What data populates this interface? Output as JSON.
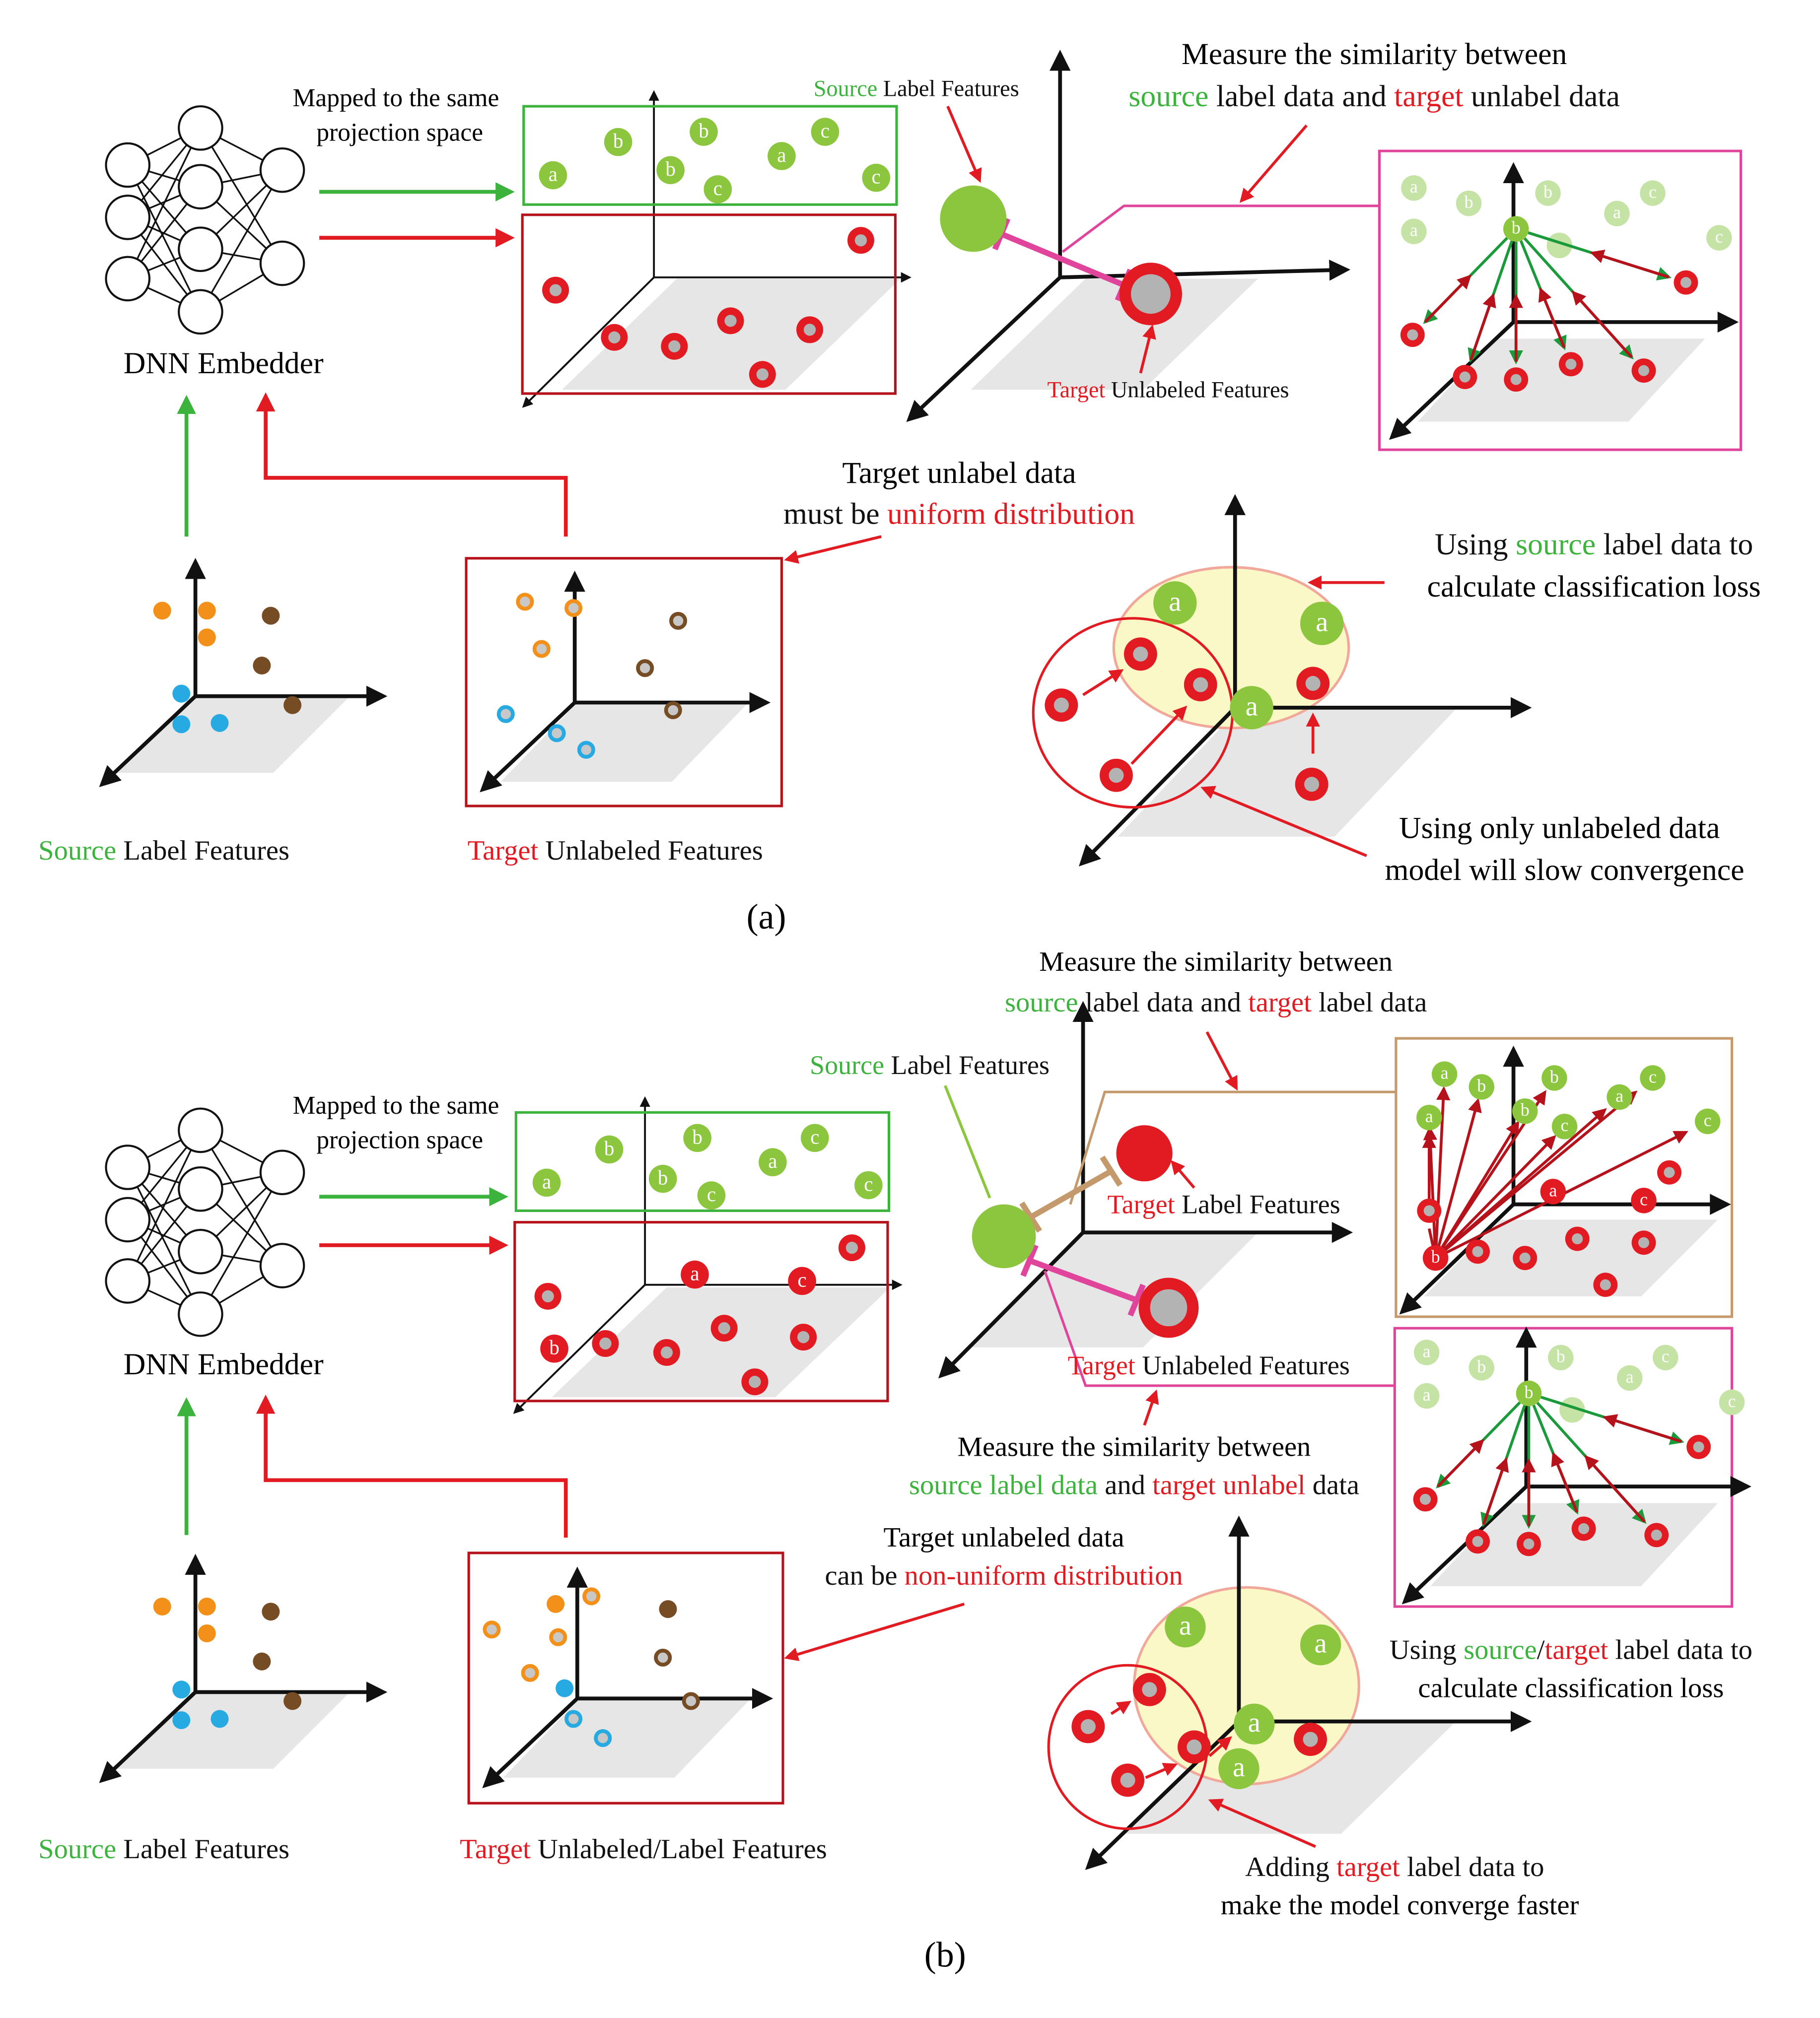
{
  "colors": {
    "green": "#3cb33c",
    "light_green": "#8cc63f",
    "red": "#e21b23",
    "dark_red": "#b5121b",
    "pink": "#e0449b",
    "tan": "#c49a6c",
    "orange": "#f39019",
    "blue": "#27aae1",
    "brown": "#754c24",
    "gray_plane": "#e6e6e6",
    "ellipse_fill": "#fbf8c8",
    "ellipse_stroke": "#f1a79a"
  },
  "panel_a": {
    "embedder_label": "DNN Embedder",
    "mapped_text": [
      "Mapped to the same",
      "projection space"
    ],
    "source_box_labels": [
      "a",
      "b",
      "b",
      "b",
      "c",
      "a",
      "c",
      "c"
    ],
    "src_features_top": {
      "colored": "Source",
      "rest": " Label Features"
    },
    "tgt_features_top": {
      "colored": "Target",
      "rest": " Unlabeled Features"
    },
    "measure_title": "Measure the similarity between",
    "measure_line2": {
      "p1": "source",
      "p2": " label data and ",
      "p3": "target",
      "p4": " unlabel data"
    },
    "sim_box_labels": [
      "a",
      "a",
      "b",
      "b",
      "b",
      "a",
      "c",
      "c"
    ],
    "uniform": {
      "line1": "Target unlabel data",
      "line2_pre": "must be ",
      "line2_colored": "uniform distribution"
    },
    "cls_loss": {
      "l1_pre": "Using ",
      "l1_colored": "source",
      "l1_post": " label data to",
      "l2": "calculate classification loss"
    },
    "cluster_labels": [
      "a",
      "a",
      "a"
    ],
    "slow": {
      "l1": "Using only unlabeled data",
      "l2": "model will slow convergence"
    },
    "source_label_features": {
      "colored": "Source",
      "rest": " Label Features"
    },
    "target_unlabeled_features": {
      "colored": "Target",
      "rest": " Unlabeled Features"
    },
    "caption": "(a)"
  },
  "panel_b": {
    "embedder_label": "DNN Embedder",
    "mapped_text": [
      "Mapped to the same",
      "projection space"
    ],
    "source_box_labels": [
      "a",
      "b",
      "b",
      "b",
      "c",
      "a",
      "c",
      "c"
    ],
    "target_box_labels": [
      "a",
      "c",
      "b"
    ],
    "measure_title": "Measure the similarity between",
    "measure_line2": {
      "p1": "source",
      "p2": " label data and ",
      "p3": "target",
      "p4": " label data"
    },
    "src_features_top": {
      "colored": "Source",
      "rest": " Label Features"
    },
    "tgt_label_features": {
      "colored": "Target",
      "rest": " Label Features"
    },
    "tgt_unlabeled_features": {
      "colored": "Target",
      "rest": " Unlabeled Features"
    },
    "measure2_title": "Measure the similarity between",
    "measure2_line2": {
      "p1": "source label data",
      "p2": " and ",
      "p3": "target unlabel",
      "p4": " data"
    },
    "tan_box_labels": [
      "a",
      "a",
      "b",
      "b",
      "b",
      "c",
      "a",
      "c",
      "c",
      "a",
      "c",
      "b"
    ],
    "pink_box_labels": [
      "a",
      "a",
      "b",
      "b",
      "b",
      "a",
      "c",
      "c"
    ],
    "nonuniform": {
      "line1": "Target unlabeled data",
      "line2_pre": "can be ",
      "line2_colored": "non-uniform distribution"
    },
    "cls_loss": {
      "l1_pre": "Using ",
      "l1_c1": "source",
      "l1_sep": "/",
      "l1_c2": "target",
      "l1_post": " label data to",
      "l2": "calculate classification loss"
    },
    "cluster_labels": [
      "a",
      "a",
      "a",
      "a"
    ],
    "faster": {
      "l1_pre": "Adding ",
      "l1_colored": "target",
      "l1_post": " label data to",
      "l2": "make the model converge faster"
    },
    "source_label_features": {
      "colored": "Source",
      "rest": " Label Features"
    },
    "target_mixed_features": {
      "colored": "Target",
      "rest": " Unlabeled/Label Features"
    },
    "caption": "(b)"
  }
}
